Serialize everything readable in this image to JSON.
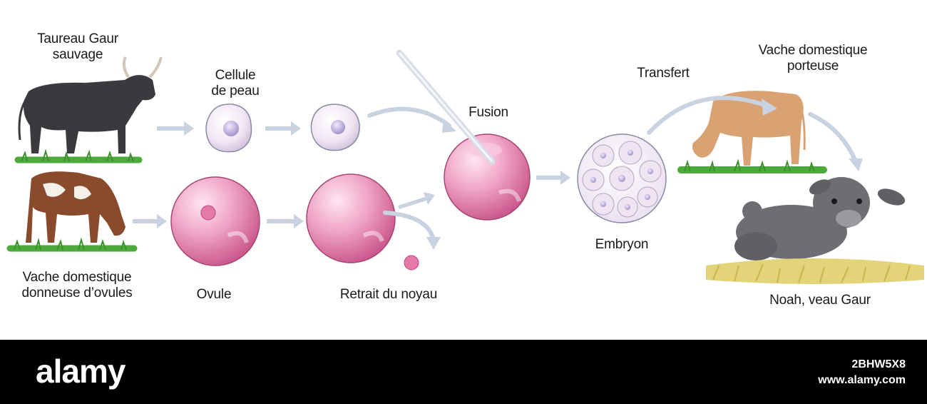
{
  "labels": {
    "wild_bull": [
      "Taureau Gaur",
      "sauvage"
    ],
    "skin_cell": [
      "Cellule",
      "de peau"
    ],
    "fusion": "Fusion",
    "transfer": "Transfert",
    "surrogate_cow": [
      "Vache domestique",
      "porteuse"
    ],
    "donor_cow": [
      "Vache domestique",
      "donneuse d’ovules"
    ],
    "ovule": "Ovule",
    "nucleus_removal": "Retrait du noyau",
    "embryo": "Embryon",
    "calf": "Noah, veau Gaur"
  },
  "footer": {
    "brand": "alamy",
    "image_id": "2BHW5X8",
    "site": "www.alamy.com"
  },
  "colors": {
    "arrow": "#c9d2e0",
    "egg": "#e98fb8",
    "egg_dark": "#c2457d",
    "cell": "#efe4f2",
    "gaur": "#3a3a3e",
    "donor_cow": "#8a4a2c",
    "surrogate_cow": "#d9a273",
    "calf": "#6d6d72",
    "grass": "#4caa3a",
    "straw": "#e3d47a"
  },
  "icons": [
    "gaur-bull-icon",
    "donor-cow-icon",
    "surrogate-cow-icon",
    "calf-icon",
    "micropipette-icon"
  ]
}
